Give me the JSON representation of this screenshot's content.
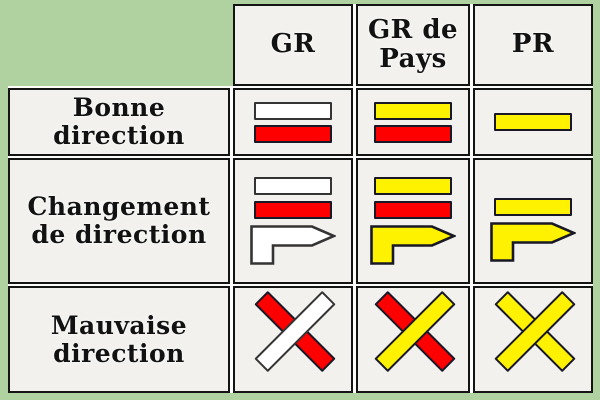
{
  "colors": {
    "background": "#afd2a0",
    "cell": "#f2f1ee",
    "spacer": "#fdfdfc",
    "red": "#fe0000",
    "yellow": "#fff200",
    "white": "#ffffff",
    "outline": "#181826",
    "outline_soft": "#343434"
  },
  "header": {
    "columns": [
      "GR",
      "GR de\nPays",
      "PR"
    ]
  },
  "rows": [
    {
      "label": "Bonne\ndirection",
      "cells": [
        {
          "markers": [
            {
              "type": "bar",
              "color": "white"
            },
            {
              "type": "bar",
              "color": "red"
            }
          ]
        },
        {
          "markers": [
            {
              "type": "bar",
              "color": "yellow"
            },
            {
              "type": "bar",
              "color": "red"
            }
          ]
        },
        {
          "markers": [
            {
              "type": "bar",
              "color": "yellow"
            }
          ]
        }
      ]
    },
    {
      "label": "Changement\nde direction",
      "cells": [
        {
          "markers": [
            {
              "type": "bar",
              "color": "white"
            },
            {
              "type": "bar",
              "color": "red"
            },
            {
              "type": "arrow",
              "color": "white"
            }
          ]
        },
        {
          "markers": [
            {
              "type": "bar",
              "color": "yellow"
            },
            {
              "type": "bar",
              "color": "red"
            },
            {
              "type": "arrow",
              "color": "yellow"
            }
          ]
        },
        {
          "markers": [
            {
              "type": "bar",
              "color": "yellow"
            },
            {
              "type": "arrow",
              "color": "yellow"
            }
          ]
        }
      ]
    },
    {
      "label": "Mauvaise\ndirection",
      "cells": [
        {
          "markers": [
            {
              "type": "cross",
              "back": "red",
              "front": "white"
            }
          ]
        },
        {
          "markers": [
            {
              "type": "cross",
              "back": "red",
              "front": "yellow"
            }
          ]
        },
        {
          "markers": [
            {
              "type": "cross",
              "back": "yellow",
              "front": "yellow"
            }
          ]
        }
      ]
    }
  ]
}
